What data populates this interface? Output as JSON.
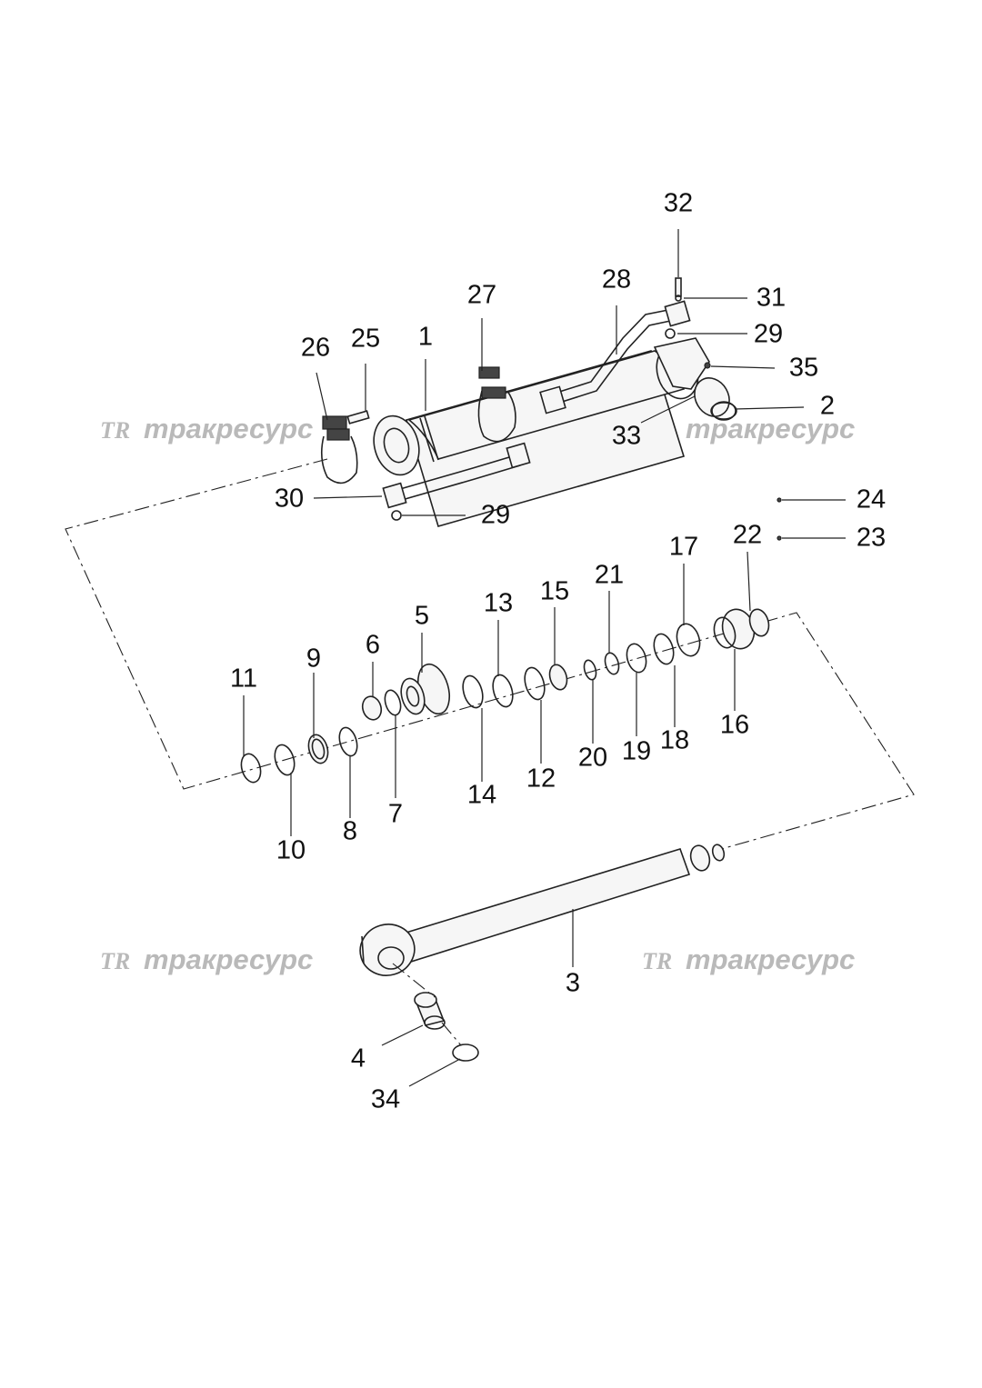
{
  "watermark": {
    "logo": "TR",
    "text": "тракресурс"
  },
  "labels": {
    "p1": "1",
    "p2": "2",
    "p3": "3",
    "p4": "4",
    "p5": "5",
    "p6": "6",
    "p7": "7",
    "p8": "8",
    "p9": "9",
    "p10": "10",
    "p11": "11",
    "p12": "12",
    "p13": "13",
    "p14": "14",
    "p15": "15",
    "p16": "16",
    "p17": "17",
    "p18": "18",
    "p19": "19",
    "p20": "20",
    "p21": "21",
    "p22": "22",
    "p23": "23",
    "p24": "24",
    "p25": "25",
    "p26": "26",
    "p27": "27",
    "p28": "28",
    "p29a": "29",
    "p29b": "29",
    "p30": "30",
    "p31": "31",
    "p32": "32",
    "p33": "33",
    "p34": "34",
    "p35": "35"
  }
}
